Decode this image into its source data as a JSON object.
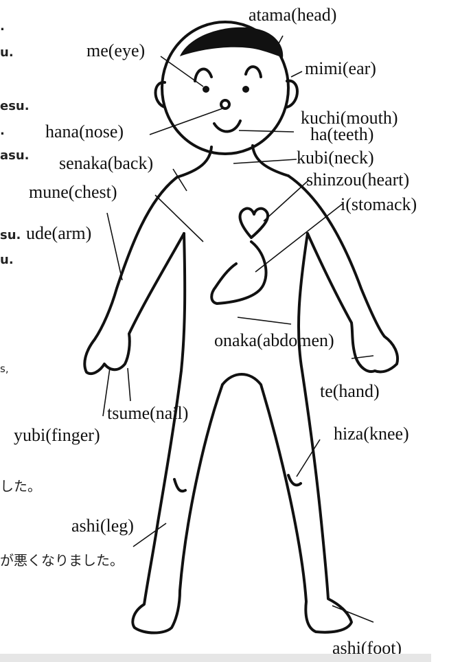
{
  "labels": {
    "atama": "atama(head)",
    "me": "me(eye)",
    "mimi": "mimi(ear)",
    "hana": "hana(nose)",
    "kuchi": "kuchi(mouth)",
    "ha": "ha(teeth)",
    "senaka": "senaka(back)",
    "kubi": "kubi(neck)",
    "mune": "mune(chest)",
    "shinzou": "shinzou(heart)",
    "i": "i(stomack)",
    "ude": "ude(arm)",
    "onaka": "onaka(abdomen)",
    "te": "te(hand)",
    "tsume": "tsume(nail)",
    "yubi": "yubi(finger)",
    "hiza": "hiza(knee)",
    "ashi_leg": "ashi(leg)",
    "ashi_foot": "ashi(foot)"
  },
  "left_fragments": {
    "f1": ".",
    "f2": "u.",
    "f3": "esu.",
    "f4": ".",
    "f5": "asu.",
    "f6": "su.",
    "f7": "u.",
    "f8": "s,",
    "f9": "した。",
    "f10": "が悪くなりました。"
  }
}
